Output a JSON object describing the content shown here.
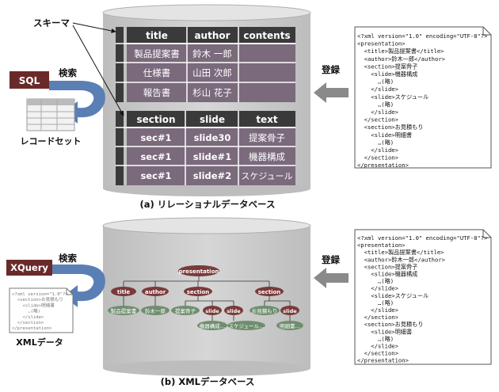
{
  "section_a": {
    "caption": "(a) リレーショナルデータベース",
    "schema_label": "スキーマ",
    "query_lang": "SQL",
    "search_label": "検索",
    "result_label": "レコードセット",
    "register_label": "登録",
    "table1": {
      "headers": [
        "title",
        "author",
        "contents"
      ],
      "rows": [
        [
          "製品提案書",
          "鈴木 一郎",
          ""
        ],
        [
          "仕様書",
          "山田 次郎",
          ""
        ],
        [
          "報告書",
          "杉山 花子",
          ""
        ]
      ]
    },
    "table2": {
      "headers": [
        "section",
        "slide",
        "text"
      ],
      "rows": [
        [
          "sec#1",
          "slide30",
          "提案骨子"
        ],
        [
          "sec#1",
          "slide#1",
          "機器構成"
        ],
        [
          "sec#1",
          "slide#2",
          "スケジュール"
        ]
      ]
    },
    "xml_doc": [
      "<?xml version=\"1.0\" encoding=\"UTF-8\"?>",
      "<presentation>",
      "  <title>製品提案書</title>",
      "  <author>鈴木一郎</author>",
      "  <section>提案骨子",
      "    <slide>機器構成",
      "      …(略)",
      "    </slide>",
      "    <slide>スケジュール",
      "      …(略)",
      "    </slide>",
      "  </section>",
      "  <section>お見積もり",
      "    <slide>明細書",
      "      …(略)",
      "    </slide>",
      "  </section>",
      "</presentation>"
    ]
  },
  "section_b": {
    "caption": "(b) XMLデータベース",
    "query_lang": "XQuery",
    "search_label": "検索",
    "result_label": "XMLデータ",
    "register_label": "登録",
    "tree": {
      "root": "presentation",
      "level1": [
        "title",
        "author",
        "section",
        "section"
      ],
      "leaves": [
        "製品提案書",
        "鈴木一郎",
        "提案骨子",
        "slide",
        "slide",
        "お見積もり",
        "slide"
      ],
      "level3": [
        "機器構成…",
        "スケジュール…",
        "明細書…"
      ]
    },
    "result_doc": [
      "<?xml version=\"1.0\"?>",
      "  <section>お見積もり",
      "    <slide>明細書",
      "      …(略)",
      "    </slide>",
      "  </section>",
      "</presentation>"
    ],
    "xml_doc": [
      "<?xml version=\"1.0\" encoding=\"UTF-8\"?>",
      "<presentation>",
      "  <title>製品提案書</title>",
      "  <author>鈴木一郎</author>",
      "  <section>提案骨子",
      "    <slide>機器構成",
      "      …(略)",
      "    </slide>",
      "    <slide>スケジュール",
      "      …(略)",
      "    </slide>",
      "  </section>",
      "  <section>お見積もり",
      "    <slide>明細書",
      "      …(略)",
      "    </slide>",
      "  </section>",
      "</presentation>"
    ]
  },
  "colors": {
    "cylinder": "#c9c9c9",
    "table_header": "#3a3a3a",
    "table_cell": "#7a6a7c",
    "node_dark": "#7a3a3a",
    "node_green": "#6f8e6f",
    "label_box": "#6a2a2a",
    "arrow_blue": "#5a7fb5"
  }
}
